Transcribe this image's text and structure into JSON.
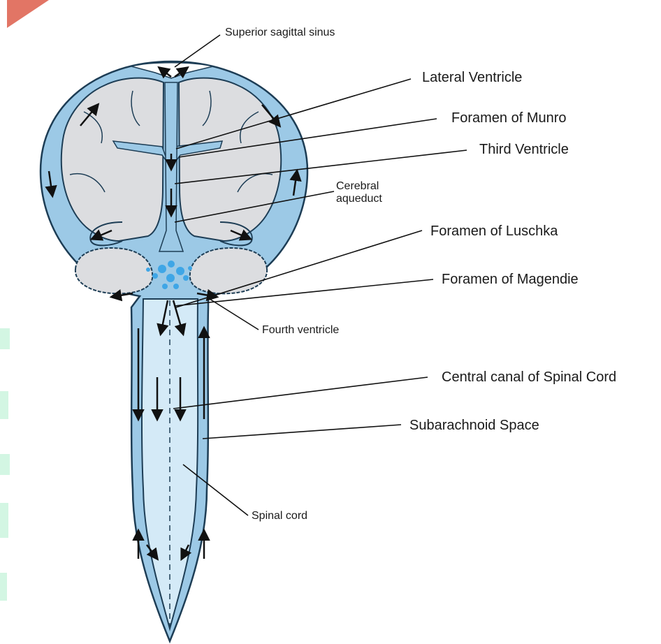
{
  "labels": {
    "superior_sagittal_sinus": "Superior sagittal sinus",
    "lateral_ventricle": "Lateral Ventricle",
    "foramen_of_munro": "Foramen of Munro",
    "third_ventricle": "Third Ventricle",
    "cerebral_aqueduct_line1": "Cerebral",
    "cerebral_aqueduct_line2": "aqueduct",
    "foramen_of_luschka": "Foramen of Luschka",
    "foramen_of_magendie": "Foramen of Magendie",
    "fourth_ventricle": "Fourth ventricle",
    "central_canal": "Central canal of Spinal Cord",
    "subarachnoid_space": "Subarachnoid Space",
    "spinal_cord": "Spinal cord"
  },
  "colors": {
    "csf_blue": "#9cc9e6",
    "csf_light": "#d4eaf7",
    "outline": "#1d3d55",
    "brain_gray": "#dcdde0",
    "corner_accent": "#e27565",
    "side_stripes": "#d3f6e3"
  }
}
